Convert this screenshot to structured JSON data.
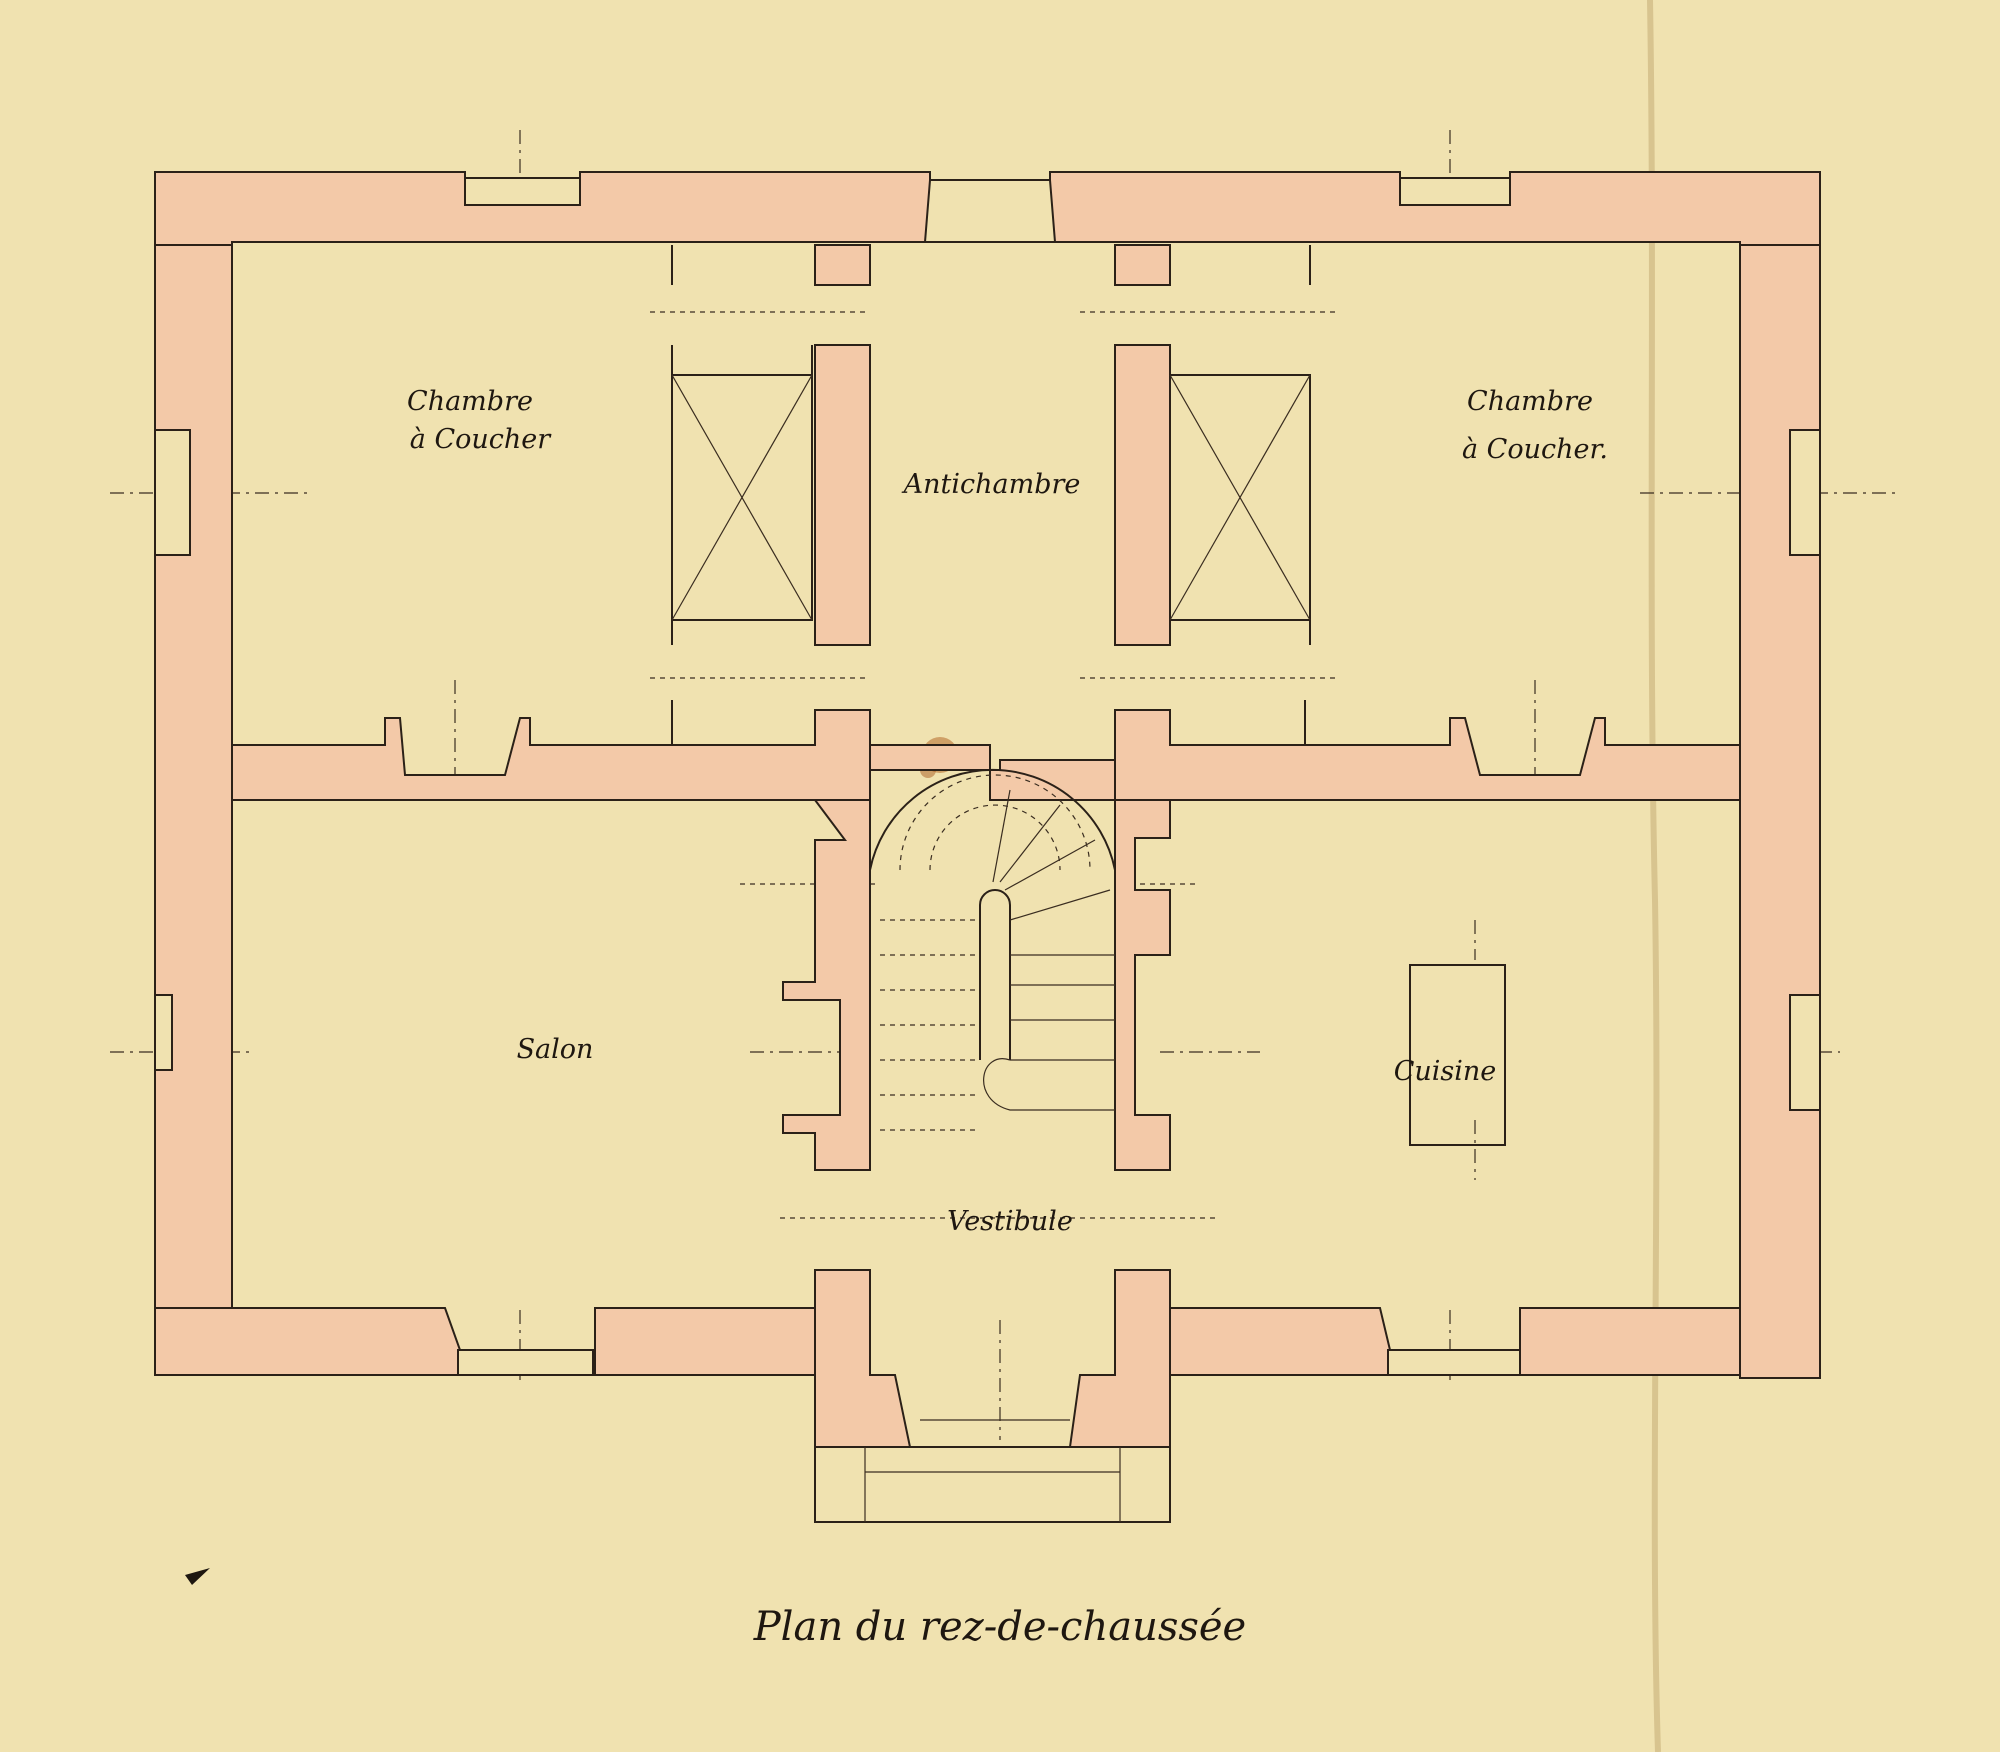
{
  "document": {
    "title": "Plan du rez-de-chaussée"
  },
  "rooms": {
    "bedroom_left": {
      "line1": "Chambre",
      "line2": "à Coucher"
    },
    "bedroom_right": {
      "line1": "Chambre",
      "line2": "à Coucher."
    },
    "antechamber": "Antichambre",
    "salon": "Salon",
    "kitchen": "Cuisine",
    "vestibule": "Vestibule"
  },
  "colors": {
    "paper": "#f0e2b0",
    "wall_wash": "#f3c9a8",
    "ink": "#2b2118"
  }
}
